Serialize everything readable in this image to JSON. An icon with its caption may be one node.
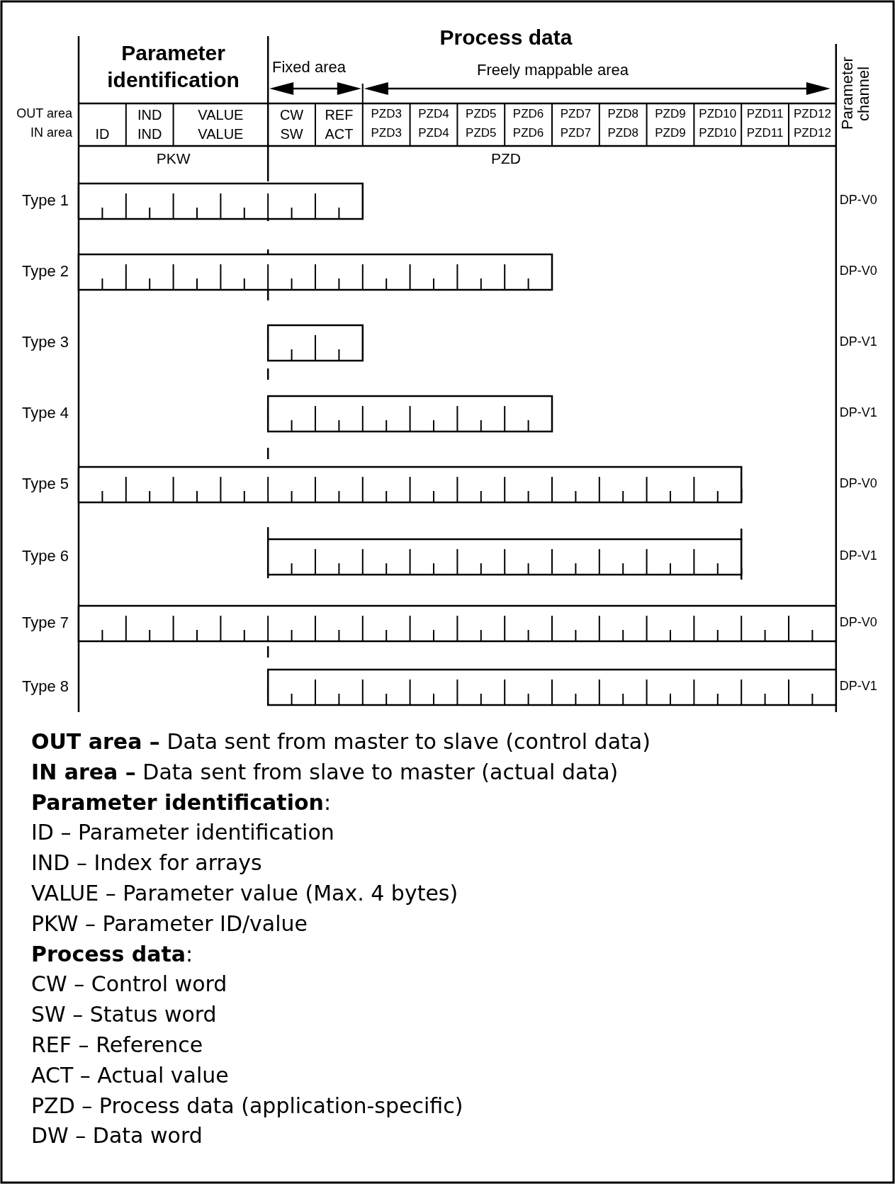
{
  "diagram": {
    "labels": [
      "Process data",
      "Parameter identification",
      "Fixed area",
      "Freely mappable area",
      "Parameter channel",
      "OUT area",
      "IND",
      "VALUE",
      "CW",
      "REF",
      "PZD3",
      "PZD4",
      "PZD5",
      "PZD6",
      "PZD7",
      "PZD8",
      "PZD9",
      "PZD10",
      "PZD11",
      "PZD12",
      "IN area",
      "ID",
      "IND",
      "VALUE",
      "SW",
      "ACT",
      "PZD3",
      "PZD4",
      "PZD5",
      "PZD6",
      "PZD7",
      "PZD8",
      "PZD9",
      "PZD10",
      "PZD11",
      "PZD12",
      "PKW",
      "PZD",
      "Type 1",
      "DP-V0",
      "Type 2",
      "DP-V0",
      "Type 3",
      "DP-V1",
      "Type 4",
      "DP-V1",
      "Type 5",
      "DP-V0",
      "Type 6",
      "DP-V1",
      "Type 7",
      "DP-V0",
      "Type 8",
      "DP-V1",
      "**OUT area –** Data sent from master to slave (control data)",
      "**IN area –** Data sent from slave to master (actual data)",
      "**Parameter identification**:",
      "ID – Parameter identification",
      "IND – Index for arrays",
      "VALUE – Parameter value (Max. 4 bytes)",
      "PKW – Parameter ID/value",
      "**Process data**:",
      "CW – Control word",
      "SW – Status word",
      "REF – Reference",
      "ACT – Actual value",
      "PZD – Process data (application-specific)",
      "DW – Data word"
    ]
  }
}
